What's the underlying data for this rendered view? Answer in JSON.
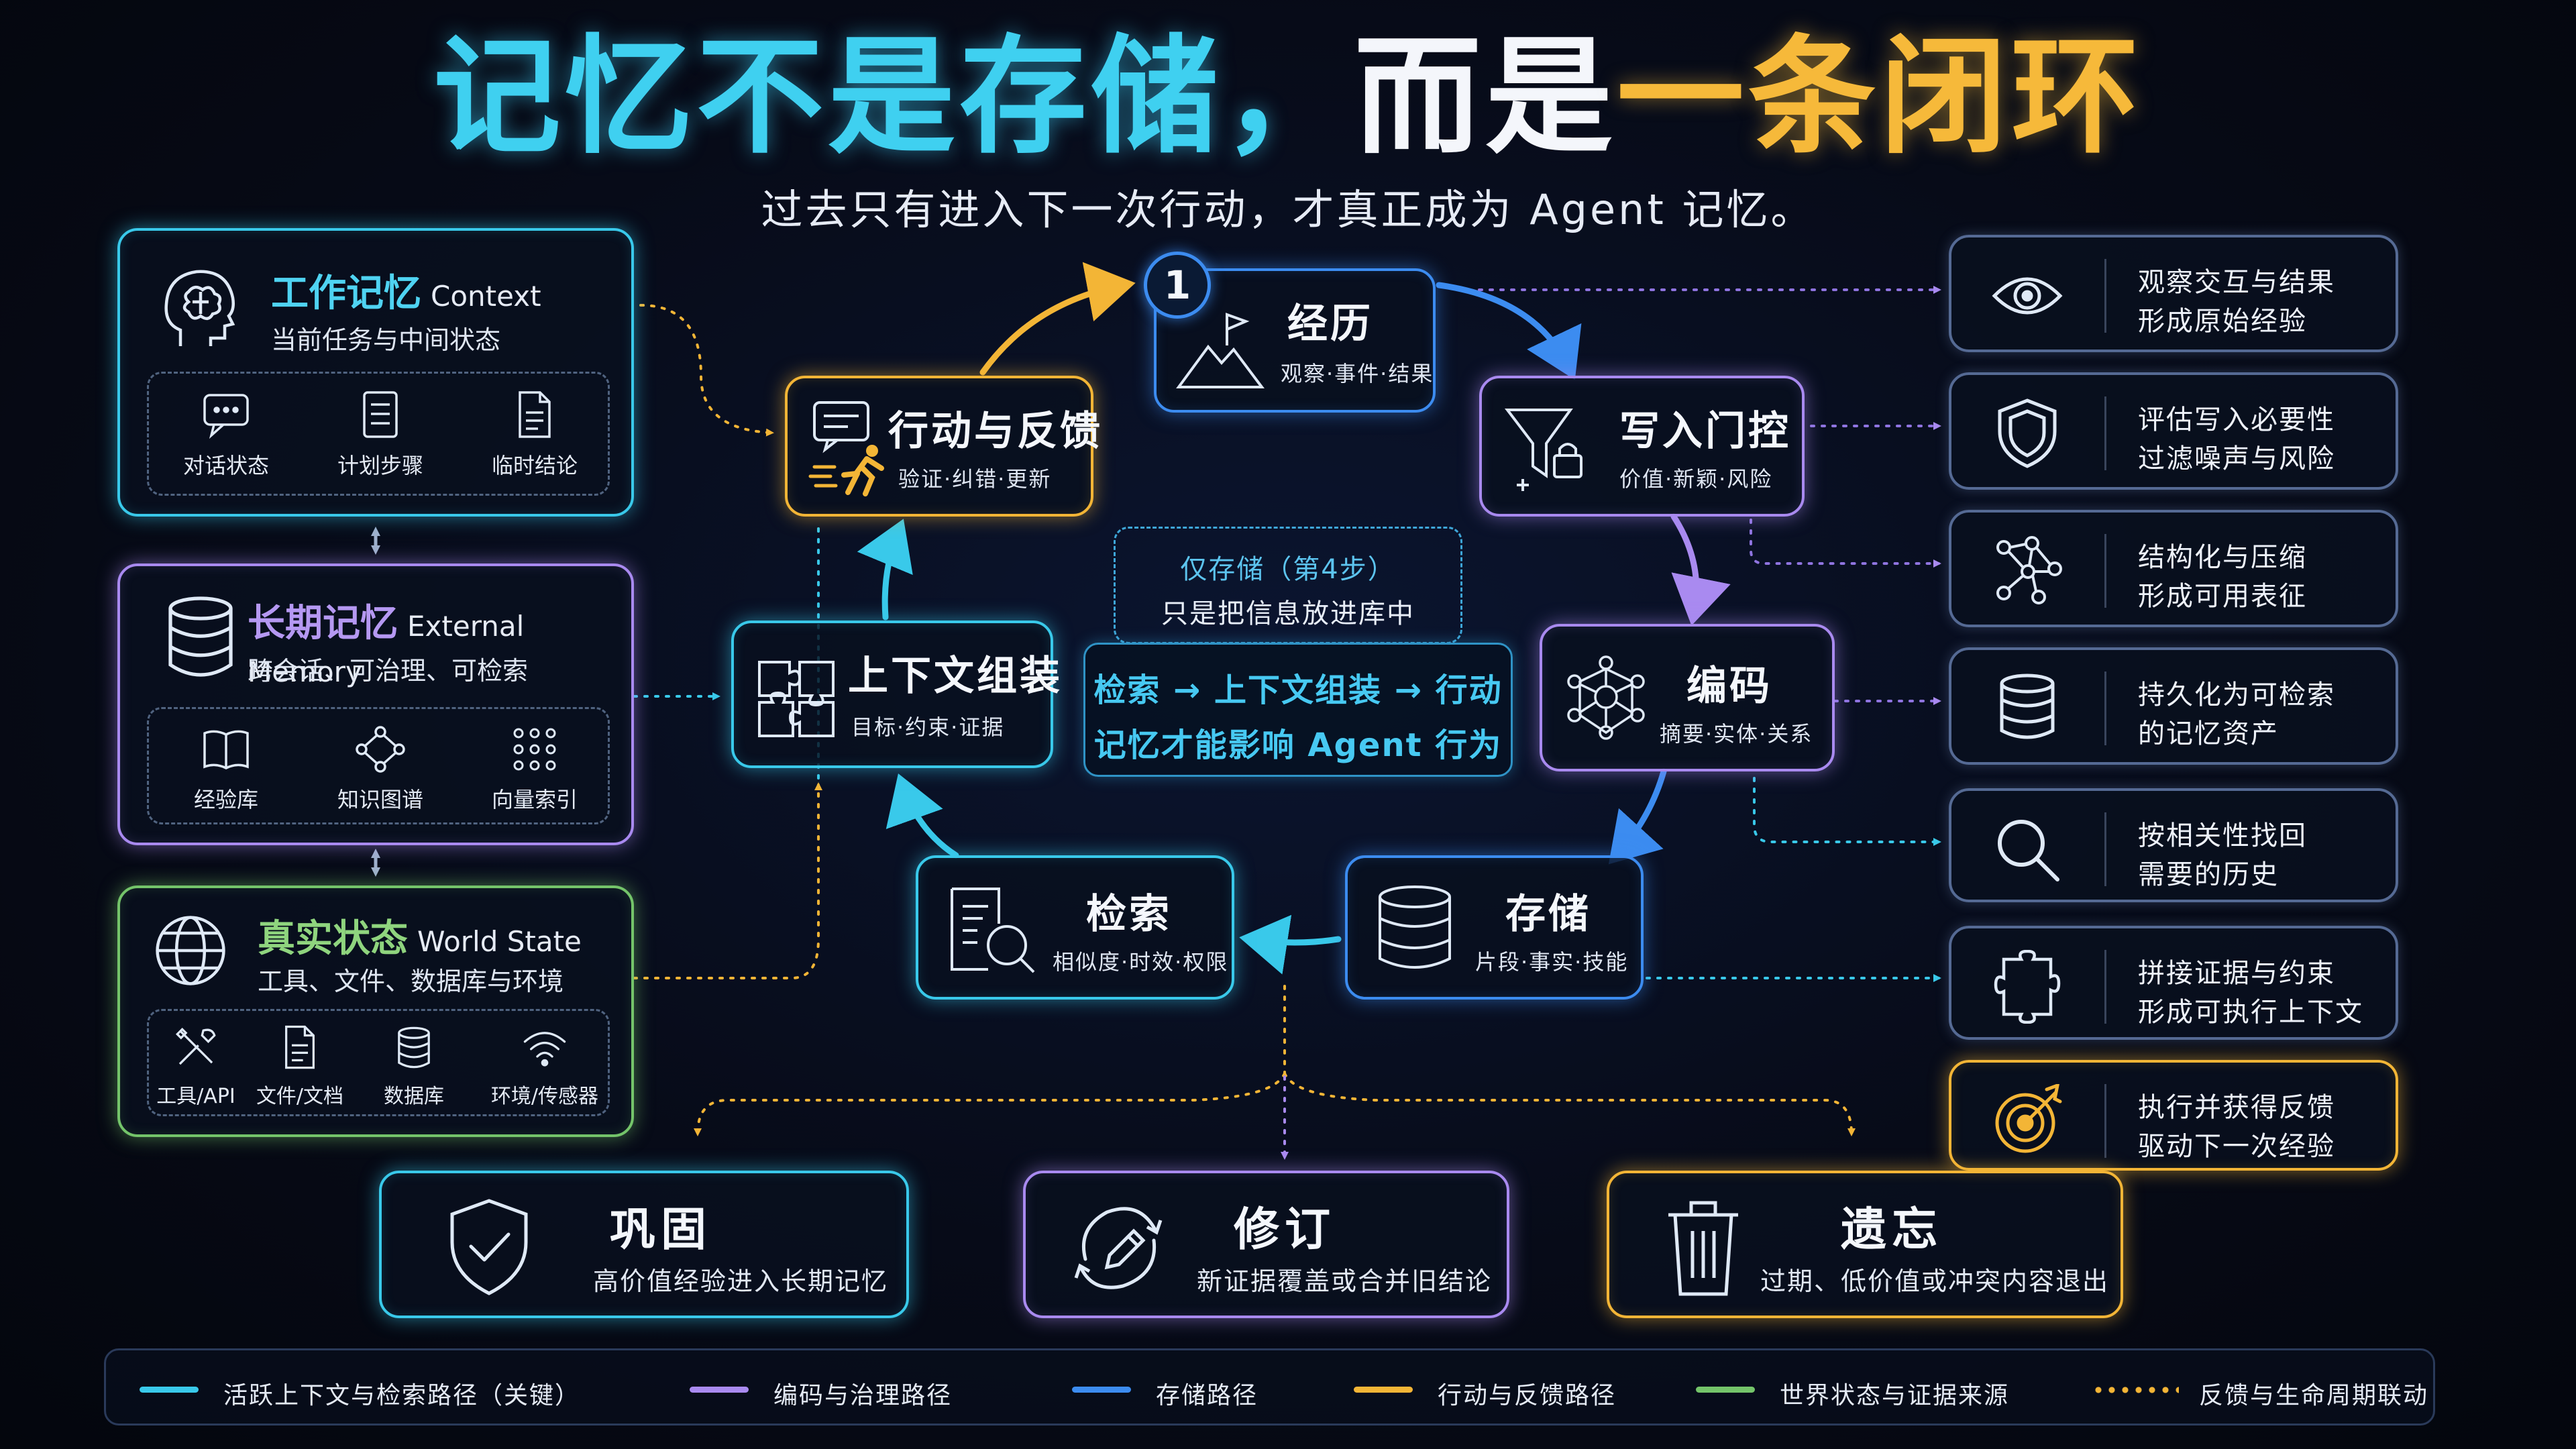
{
  "title": {
    "part1": "记忆不是存储，",
    "part2": "而是",
    "part3": "一条闭环"
  },
  "subtitle": "过去只有进入下一次行动，才真正成为 Agent 记忆。",
  "left_cards": {
    "working": {
      "title": "工作记忆",
      "title_en": "Context",
      "subtitle": "当前任务与中间状态",
      "items": [
        "对话状态",
        "计划步骤",
        "临时结论"
      ]
    },
    "longterm": {
      "title": "长期记忆",
      "title_en": "External Memory",
      "subtitle": "跨会话、可治理、可检索",
      "items": [
        "经验库",
        "知识图谱",
        "向量索引"
      ]
    },
    "world": {
      "title": "真实状态",
      "title_en": "World State",
      "subtitle": "工具、文件、数据库与环境",
      "items": [
        "工具/API",
        "文件/文档",
        "数据库",
        "环境/传感器"
      ]
    }
  },
  "cycle": {
    "step_number": "1",
    "experience": {
      "title": "经历",
      "sub": "观察·事件·结果"
    },
    "gate": {
      "title": "写入门控",
      "sub": "价值·新颖·风险"
    },
    "encode": {
      "title": "编码",
      "sub": "摘要·实体·关系"
    },
    "store": {
      "title": "存储",
      "sub": "片段·事实·技能"
    },
    "retrieve": {
      "title": "检索",
      "sub": "相似度·时效·权限"
    },
    "assemble": {
      "title": "上下文组装",
      "sub": "目标·约束·证据"
    },
    "action": {
      "title": "行动与反馈",
      "sub": "验证·纠错·更新"
    }
  },
  "center_note": {
    "top_line1": "仅存储（第4步）",
    "top_line2": "只是把信息放进库中",
    "main_line1": "检索 → 上下文组装 → 行动",
    "main_line2": "记忆才能影响 Agent 行为"
  },
  "right_cards": [
    {
      "icon": "eye-icon",
      "line1": "观察交互与结果",
      "line2": "形成原始经验"
    },
    {
      "icon": "shield-icon",
      "line1": "评估写入必要性",
      "line2": "过滤噪声与风险"
    },
    {
      "icon": "graph-icon",
      "line1": "结构化与压缩",
      "line2": "形成可用表征"
    },
    {
      "icon": "database-icon",
      "line1": "持久化为可检索",
      "line2": "的记忆资产"
    },
    {
      "icon": "magnifier-icon",
      "line1": "按相关性找回",
      "line2": "需要的历史"
    },
    {
      "icon": "puzzle-icon",
      "line1": "拼接证据与约束",
      "line2": "形成可执行上下文"
    },
    {
      "icon": "target-icon",
      "line1": "执行并获得反馈",
      "line2": "驱动下一次经验"
    }
  ],
  "bottom_cards": {
    "consolidate": {
      "title": "巩固",
      "sub": "高价值经验进入长期记忆"
    },
    "revise": {
      "title": "修订",
      "sub": "新证据覆盖或合并旧结论"
    },
    "forget": {
      "title": "遗忘",
      "sub": "过期、低价值或冲突内容退出"
    }
  },
  "legend": [
    {
      "label": "活跃上下文与检索路径（关键）",
      "color": "#39c9ea"
    },
    {
      "label": "编码与治理路径",
      "color": "#a98af0"
    },
    {
      "label": "存储路径",
      "color": "#3c8cf0"
    },
    {
      "label": "行动与反馈路径",
      "color": "#f3b536"
    },
    {
      "label": "世界状态与证据来源",
      "color": "#74c46a"
    },
    {
      "label": "反馈与生命周期联动",
      "color": "#f3b536"
    }
  ]
}
